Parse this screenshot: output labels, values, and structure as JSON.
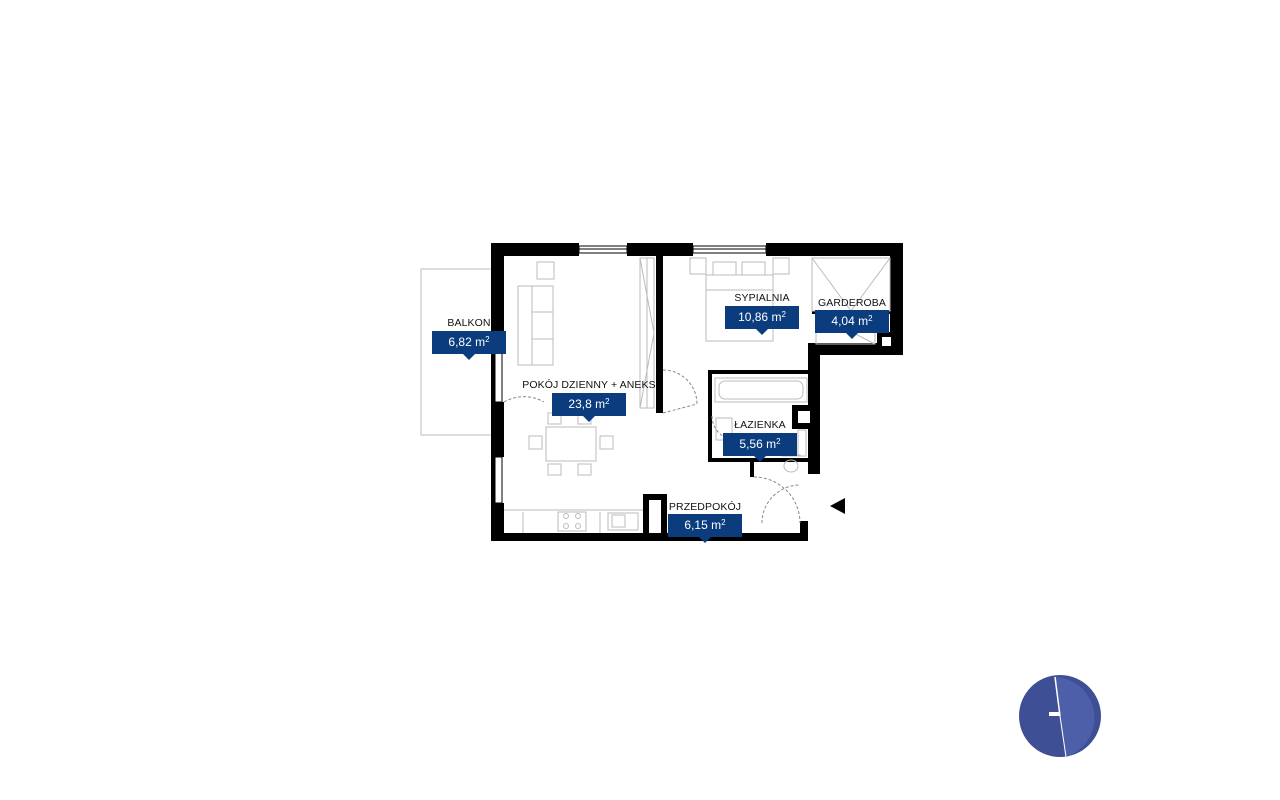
{
  "colors": {
    "wall": "#000000",
    "tag": "#0b3d7e",
    "tag_text": "#ffffff",
    "furniture": "#bbbbbb",
    "compass": "#3f4f95"
  },
  "rooms": {
    "balkon": {
      "name": "BALKON",
      "area": "6,82",
      "unit": "m",
      "exp": "2"
    },
    "pokoj": {
      "name": "POKÓJ DZIENNY + ANEKS",
      "area": "23,8",
      "unit": "m",
      "exp": "2"
    },
    "sypialnia": {
      "name": "SYPIALNIA",
      "area": "10,86",
      "unit": "m",
      "exp": "2"
    },
    "garderoba": {
      "name": "GARDEROBA",
      "area": "4,04",
      "unit": "m",
      "exp": "2"
    },
    "lazienka": {
      "name": "ŁAZIENKA",
      "area": "5,56",
      "unit": "m",
      "exp": "2"
    },
    "przedpokoj": {
      "name": "PRZEDPOKÓJ",
      "area": "6,15",
      "unit": "m",
      "exp": "2"
    }
  },
  "icons": {
    "entrance": "entrance-arrow-icon",
    "compass": "compass-north-icon"
  }
}
